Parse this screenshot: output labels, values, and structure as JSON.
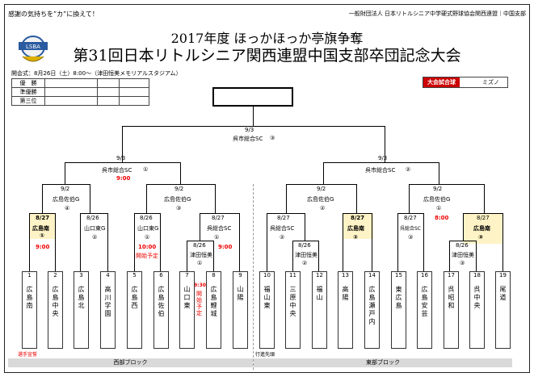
{
  "header": {
    "slogan": "感謝の気持ちを”カ”に換えて！",
    "org": "一般財団法人  日本リトルシニア中学硬式野球協会関西連盟｜中国支部",
    "title1": "2017年度  ほっかほっか亭旗争奪",
    "title2": "第31回日本リトルシニア関西連盟中国支部卒団記念大会",
    "logo_text": "LSBA"
  },
  "opening": "開会式：8月26日（土）8:00～（津田恒美メモリアルスタジアム）",
  "results": {
    "rows": [
      "優　勝",
      "準優勝",
      "第三位"
    ]
  },
  "sponsor": {
    "label": "大会試合球",
    "value": "ミズノ"
  },
  "bracket": {
    "final": {
      "date": "9/3",
      "venue": "呉市総合SC",
      "num": "③"
    },
    "semi_w": {
      "date": "9/3",
      "venue": "呉市総合SC",
      "num": "①",
      "time": "9:00"
    },
    "semi_e": {
      "date": "9/3",
      "venue": "呉市総合SC",
      "num": "②"
    },
    "qf1": {
      "date": "9/2",
      "venue": "広島佐伯G",
      "num": "④"
    },
    "qf2": {
      "date": "9/2",
      "venue": "広島佐伯G",
      "num": "③"
    },
    "qf3": {
      "date": "9/2",
      "venue": "広島佐伯G",
      "num": "②"
    },
    "qf4": {
      "date": "9/2",
      "venue": "広島佐伯G",
      "num": "①"
    },
    "r1": {
      "date": "8/27",
      "venue": "広島南",
      "num": "①",
      "time": "9:00"
    },
    "r2": {
      "date": "8/26",
      "venue": "山口東G",
      "num": "②"
    },
    "r3": {
      "date": "8/26",
      "venue": "山口東G",
      "num": "①",
      "time": "10:00",
      "note": "開始予定"
    },
    "r4": {
      "date": "8/27",
      "venue": "呉総合SC",
      "num": "①",
      "time": "9:00"
    },
    "r4a": {
      "date": "8/26",
      "venue": "津田恒美",
      "num": "①",
      "time": "9:30",
      "note": "開始予定"
    },
    "r5": {
      "date": "8/27",
      "venue": "呉総合SC",
      "num": "②"
    },
    "r5a": {
      "date": "8/26",
      "venue": "津田恒美",
      "num": "②"
    },
    "r6": {
      "date": "8/27",
      "venue": "広島南",
      "num": "②"
    },
    "r7": {
      "date": "8/27",
      "venue": "呉総合SC",
      "num": "③"
    },
    "r8": {
      "date": "8/27",
      "venue": "広島南",
      "num": "③"
    },
    "r8a": {
      "date": "8/26",
      "venue": "津田恒美",
      "num": "③"
    },
    "r7b": {
      "date": "9/2",
      "venue": "広島佐伯G",
      "num": "①",
      "time": "8:00"
    }
  },
  "teams": [
    {
      "num": "1",
      "name": "広島南"
    },
    {
      "num": "2",
      "name": "広島中央"
    },
    {
      "num": "3",
      "name": "広島北"
    },
    {
      "num": "4",
      "name": "高川学園"
    },
    {
      "num": "5",
      "name": "広島西"
    },
    {
      "num": "6",
      "name": "広島佐伯"
    },
    {
      "num": "7",
      "name": "山口東"
    },
    {
      "num": "8",
      "name": "広島鯉城"
    },
    {
      "num": "9",
      "name": "山陽"
    },
    {
      "num": "10",
      "name": "福山東"
    },
    {
      "num": "11",
      "name": "三原中央"
    },
    {
      "num": "12",
      "name": "福山"
    },
    {
      "num": "13",
      "name": "高陽"
    },
    {
      "num": "14",
      "name": "広島瀬戸内"
    },
    {
      "num": "15",
      "name": "東広島"
    },
    {
      "num": "16",
      "name": "広島安芸"
    },
    {
      "num": "17",
      "name": "呉昭和"
    },
    {
      "num": "18",
      "name": "呉中央"
    },
    {
      "num": "19",
      "name": "尾道"
    }
  ],
  "notes": {
    "oath": "選手宣誓",
    "lead": "行進先頭",
    "west": "西部ブロック",
    "east": "東部ブロック"
  },
  "colors": {
    "accent_red": "#e00000",
    "highlight": "#fef3c6"
  }
}
